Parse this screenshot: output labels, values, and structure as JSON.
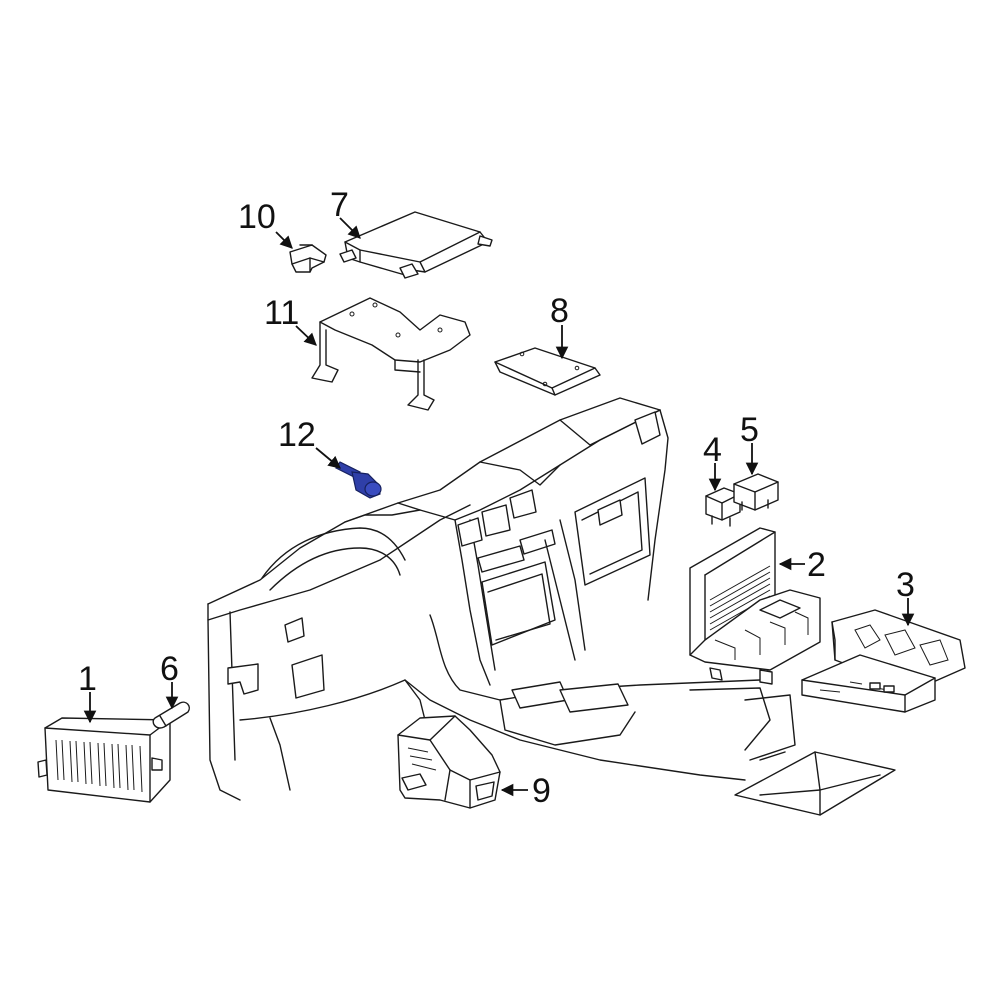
{
  "diagram": {
    "callouts": [
      {
        "id": "c1",
        "label": "1"
      },
      {
        "id": "c2",
        "label": "2"
      },
      {
        "id": "c3",
        "label": "3"
      },
      {
        "id": "c4",
        "label": "4"
      },
      {
        "id": "c5",
        "label": "5"
      },
      {
        "id": "c6",
        "label": "6"
      },
      {
        "id": "c7",
        "label": "7"
      },
      {
        "id": "c8",
        "label": "8"
      },
      {
        "id": "c9",
        "label": "9"
      },
      {
        "id": "c10",
        "label": "10"
      },
      {
        "id": "c11",
        "label": "11"
      },
      {
        "id": "c12",
        "label": "12"
      }
    ],
    "colors": {
      "line": "#1a1a1a",
      "highlight_fill": "#2f3fa8",
      "highlight_stroke": "#16205e",
      "background": "#ffffff"
    },
    "highlighted_part": "12"
  }
}
